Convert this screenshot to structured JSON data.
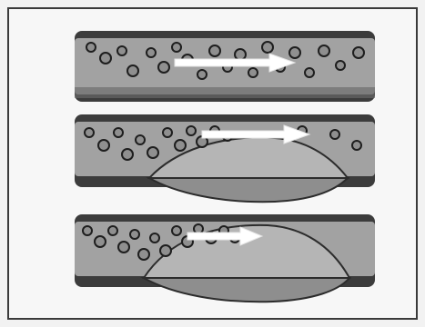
{
  "figure": {
    "background": "#f7f7f7",
    "border_color": "#3a3a3a",
    "panels": [
      {
        "id": "panel-normal",
        "stage": "no-plaque",
        "cell_density": "sparse"
      },
      {
        "id": "panel-partial-block",
        "stage": "plaque-partial-narrowing",
        "cell_density": "medium"
      },
      {
        "id": "panel-severe-block",
        "stage": "plaque-severe-narrowing",
        "cell_density": "dense"
      }
    ],
    "colors": {
      "vessel_wall_dark": "#2f2f2f",
      "vessel_lumen": "#9a9a9a",
      "plaque_fill": "#b5b5b5",
      "cell_stroke": "#1e1e1e",
      "flow_arrow": "#ffffff"
    },
    "icons": {
      "flow": "flow-arrow-icon",
      "cell": "blood-cell-icon",
      "plaque": "plaque-deposit-icon"
    }
  }
}
